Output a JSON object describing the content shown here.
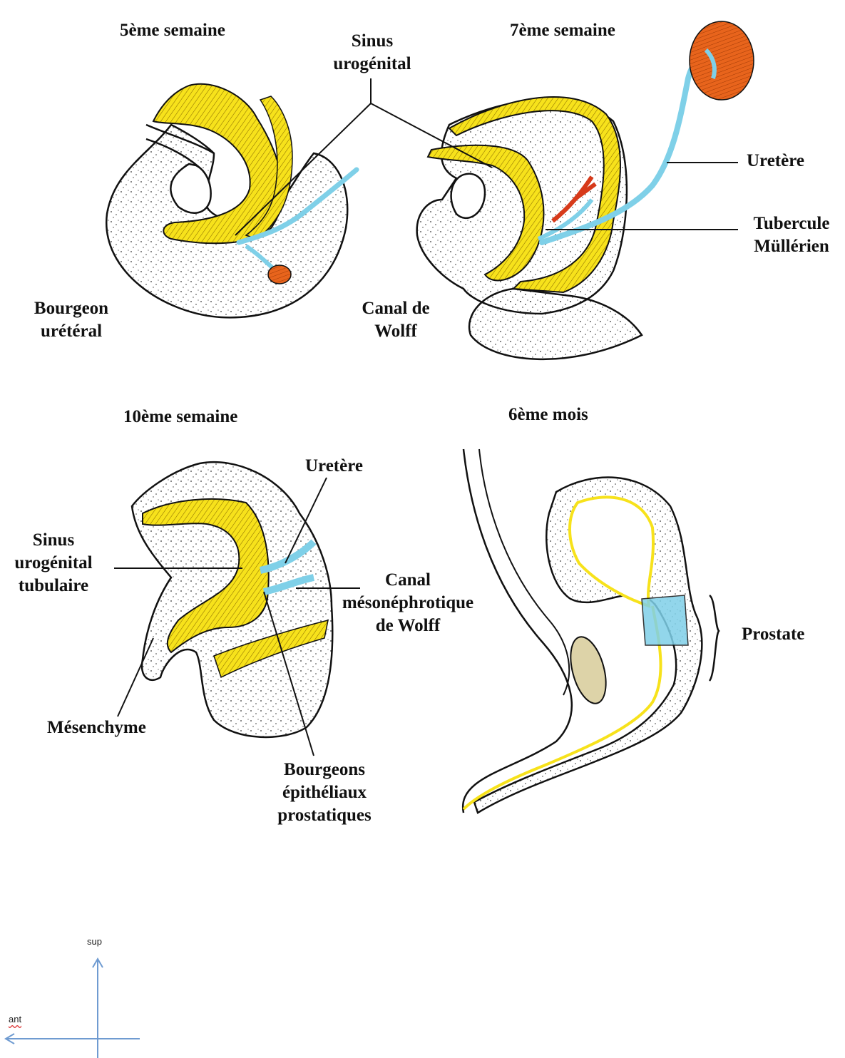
{
  "panels": [
    {
      "title": "5ème semaine"
    },
    {
      "title": "7ème semaine"
    },
    {
      "title": "10ème semaine"
    },
    {
      "title": "6ème mois"
    }
  ],
  "labels": {
    "sinus_urogenital": [
      "Sinus",
      "urogénital"
    ],
    "ureter_7": "Uretère",
    "tubercule": [
      "Tubercule",
      "Müllérien"
    ],
    "bourgeon_ureteral": [
      "Bourgeon",
      "urétéral"
    ],
    "canal_wolff": [
      "Canal de",
      "Wolff"
    ],
    "ureter_10": "Uretère",
    "sinus_tubulaire": [
      "Sinus",
      "urogénital",
      "tubulaire"
    ],
    "canal_meso": [
      "Canal",
      "mésonéphrotique",
      "de Wolff"
    ],
    "mesenchyme": "Mésenchyme",
    "bourgeons_prost": [
      "Bourgeons",
      "épithéliaux",
      "prostatiques"
    ],
    "prostate": "Prostate"
  },
  "orientation": {
    "sup": "sup",
    "ant": "ant"
  },
  "colors": {
    "epithelium_yellow": "#f7e21b",
    "ureter_blue": "#7fd0e8",
    "kidney_orange": "#e8641c",
    "outline": "#111111",
    "axis_blue": "#6f9bd1",
    "bulb_beige": "#ddd3a8"
  }
}
